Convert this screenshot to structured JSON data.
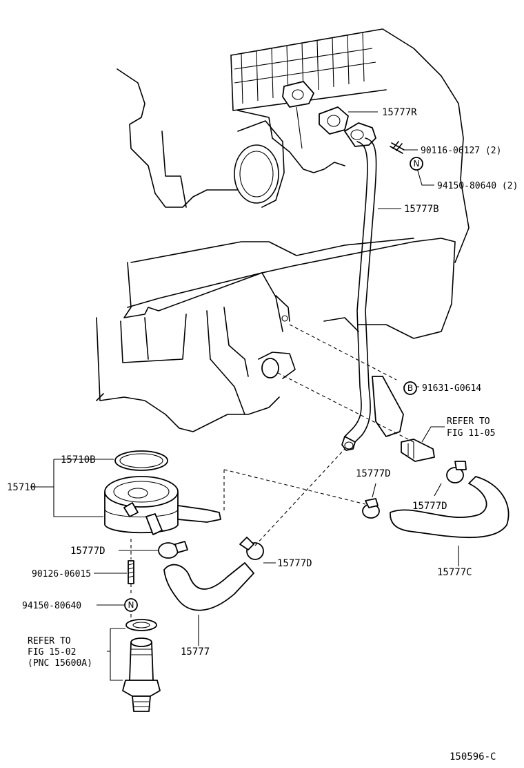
{
  "labels": {
    "p15777R": "15777R",
    "p90116": "90116-06127 (2)",
    "p94150a": "94150-80640 (2)",
    "p15777B": "15777B",
    "p91631": "91631-G0614",
    "refer1105_a": "REFER TO",
    "refer1105_b": "FIG 11-05",
    "p15710B": "15710B",
    "p15710": "15710",
    "p15777D_1": "15777D",
    "p15777D_2": "15777D",
    "p15777D_3": "15777D",
    "p15777D_4": "15777D",
    "p90126": "90126-06015",
    "p94150b": "94150-80640",
    "p15777": "15777",
    "p15777C": "15777C",
    "refer1502_a": "REFER TO",
    "refer1502_b": "FIG 15-02",
    "refer1502_c": "(PNC 15600A)",
    "figure_code": "150596-C"
  },
  "badges": {
    "n_top": "N",
    "n_bottom": "N",
    "b_clip": "B"
  }
}
